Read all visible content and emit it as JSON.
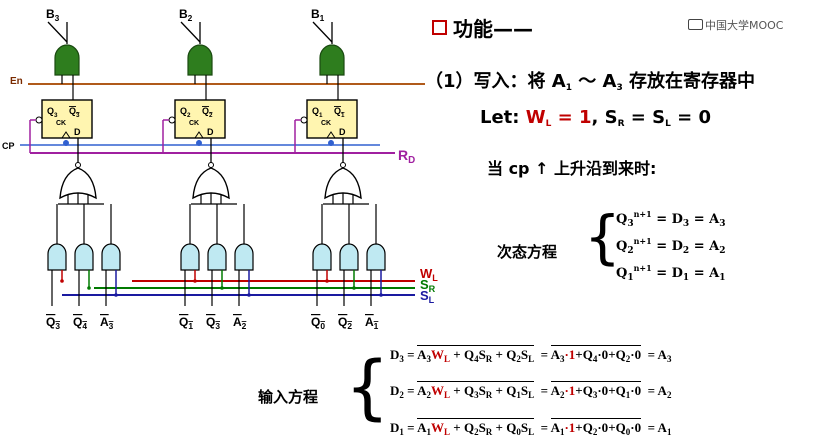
{
  "watermark": "中国大学MOOC",
  "header": {
    "marker": "□",
    "title": "功能——"
  },
  "write": {
    "label": "（1）写入：将 A",
    "sub1": "1",
    "tilde": " ～ A",
    "sub3": "3",
    "tail": " 存放在寄存器中"
  },
  "let": {
    "prefix": "Let: ",
    "wl": "W",
    "wl_sub": "L",
    "wl_val": " = 1",
    "rest": ", S",
    "sr_sub": "R",
    "eq": " = S",
    "sl_sub": "L",
    "zero": " = 0"
  },
  "clock_text": "当  cp ↑ 上升沿到来时:",
  "next_state_label": "次态方程",
  "next_state": [
    {
      "q": "Q",
      "qsub": "3",
      "sup": "n+1",
      "mid": " = D",
      "dsub": "3",
      "end": " = A",
      "asub": "3"
    },
    {
      "q": "Q",
      "qsub": "2",
      "sup": "n+1",
      "mid": " = D",
      "dsub": "2",
      "end": " = A",
      "asub": "2"
    },
    {
      "q": "Q",
      "qsub": "1",
      "sup": "n+1",
      "mid": " = D",
      "dsub": "1",
      "end": " = A",
      "asub": "1"
    }
  ],
  "input_label": "输入方程",
  "input_eqs": [
    {
      "d": "D",
      "dsub": "3",
      "a": "A",
      "asub": "3",
      "qa": "Q",
      "qasub": "4",
      "qb": "Q",
      "qbsub": "2",
      "rhs_a": "A",
      "rhs_asub": "3",
      "rhs_q1": "Q",
      "rhs_q1sub": "4",
      "rhs_q2": "Q",
      "rhs_q2sub": "2",
      "result": "A",
      "resultsub": "3"
    },
    {
      "d": "D",
      "dsub": "2",
      "a": "A",
      "asub": "2",
      "qa": "Q",
      "qasub": "3",
      "qb": "Q",
      "qbsub": "1",
      "rhs_a": "A",
      "rhs_asub": "2",
      "rhs_q1": "Q",
      "rhs_q1sub": "3",
      "rhs_q2": "Q",
      "rhs_q2sub": "1",
      "result": "A",
      "resultsub": "2"
    },
    {
      "d": "D",
      "dsub": "1",
      "a": "A",
      "asub": "1",
      "qa": "Q",
      "qasub": "2",
      "qb": "Q",
      "qbsub": "0",
      "rhs_a": "A",
      "rhs_asub": "1",
      "rhs_q1": "Q",
      "rhs_q1sub": "2",
      "rhs_q2": "Q",
      "rhs_q2sub": "0",
      "result": "A",
      "resultsub": "1"
    }
  ],
  "eq_tokens": {
    "wl": "W",
    "wl_sub": "L",
    "sr": "S",
    "sr_sub": "R",
    "sl": "S",
    "sl_sub": "L",
    "plus": "+",
    "eq": "=",
    "dot1": "·1",
    "dot0": "·0",
    "one": "1"
  },
  "circuit": {
    "b_labels": [
      {
        "text": "B",
        "sub": "3"
      },
      {
        "text": "B",
        "sub": "2"
      },
      {
        "text": "B",
        "sub": "1"
      }
    ],
    "en_label": "En",
    "cp_label": "CP",
    "rd_label": {
      "text": "R",
      "sub": "D"
    },
    "ff": [
      {
        "q": "Q",
        "qsub": "3",
        "qb": "Q",
        "qbsub": "3",
        "ck": "CK",
        "d": "D"
      },
      {
        "q": "Q",
        "qsub": "2",
        "qb": "Q",
        "qbsub": "2",
        "ck": "CK",
        "d": "D"
      },
      {
        "q": "Q",
        "qsub": "1",
        "qb": "Q",
        "qbsub": "1",
        "ck": "CK",
        "d": "D"
      }
    ],
    "control_labels": [
      {
        "text": "W",
        "sub": "L",
        "color": "#c00000"
      },
      {
        "text": "S",
        "sub": "R",
        "color": "#007a00"
      },
      {
        "text": "S",
        "sub": "L",
        "color": "#1a1aa0"
      }
    ],
    "bottom_labels": [
      {
        "text": "Q",
        "sub": "3",
        "bar": true
      },
      {
        "text": "Q",
        "sub": "4",
        "bar": true
      },
      {
        "text": "A",
        "sub": "3",
        "bar": true
      },
      {
        "text": "Q",
        "sub": "1",
        "bar": true
      },
      {
        "text": "Q",
        "sub": "3",
        "bar": true
      },
      {
        "text": "A",
        "sub": "2",
        "bar": true
      },
      {
        "text": "Q",
        "sub": "0",
        "bar": true
      },
      {
        "text": "Q",
        "sub": "2",
        "bar": true
      },
      {
        "text": "A",
        "sub": "1",
        "bar": true
      }
    ],
    "colors": {
      "and_gate_top": "#2e7d1e",
      "and_gate_bottom": "#bfe9f2",
      "ff_fill": "#fff5b0",
      "en_wire": "#b05a1a",
      "cp_wire": "#3060d0",
      "rd_wire": "#a020a0",
      "wl_wire": "#c00000",
      "sr_wire": "#007a00",
      "sl_wire": "#1a1aa0",
      "title_red": "#c00000"
    }
  }
}
